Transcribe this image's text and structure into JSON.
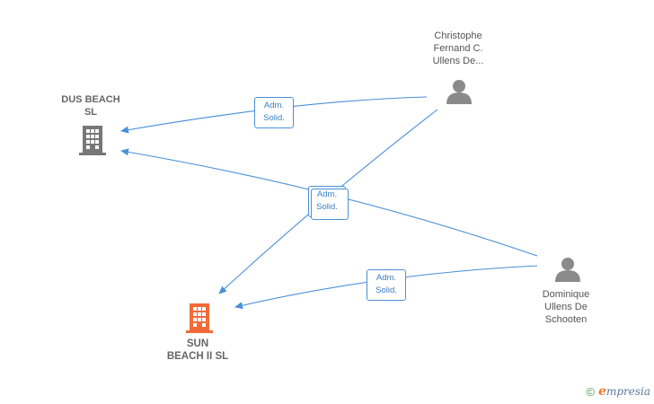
{
  "nodes": {
    "dus_beach": {
      "label": "DUS BEACH\nSL",
      "kind": "company"
    },
    "sun_beach": {
      "label": "SUN\nBEACH II  SL",
      "kind": "company-focus"
    },
    "christophe": {
      "label": "Christophe\nFernand C.\nUllens De...",
      "kind": "person"
    },
    "dominique": {
      "label": "Dominique\nUllens De\nSchooten",
      "kind": "person"
    }
  },
  "roles": {
    "r1": {
      "line1": "Adm.",
      "line2": "Solid."
    },
    "r2": {
      "line1": "Adm.",
      "line2": "Solid."
    },
    "r3": {
      "line1": "Adm.",
      "line2": "Solid."
    }
  },
  "footer": {
    "copyright": "©",
    "brand_initial": "e",
    "brand_rest": "mpresia"
  },
  "colors": {
    "edge": "#4a8fd8",
    "company_icon": "#777777",
    "focus_company_icon": "#f26a3a",
    "person_icon": "#8a8a8a"
  },
  "icons": {
    "company": "building-icon",
    "person": "person-icon"
  }
}
